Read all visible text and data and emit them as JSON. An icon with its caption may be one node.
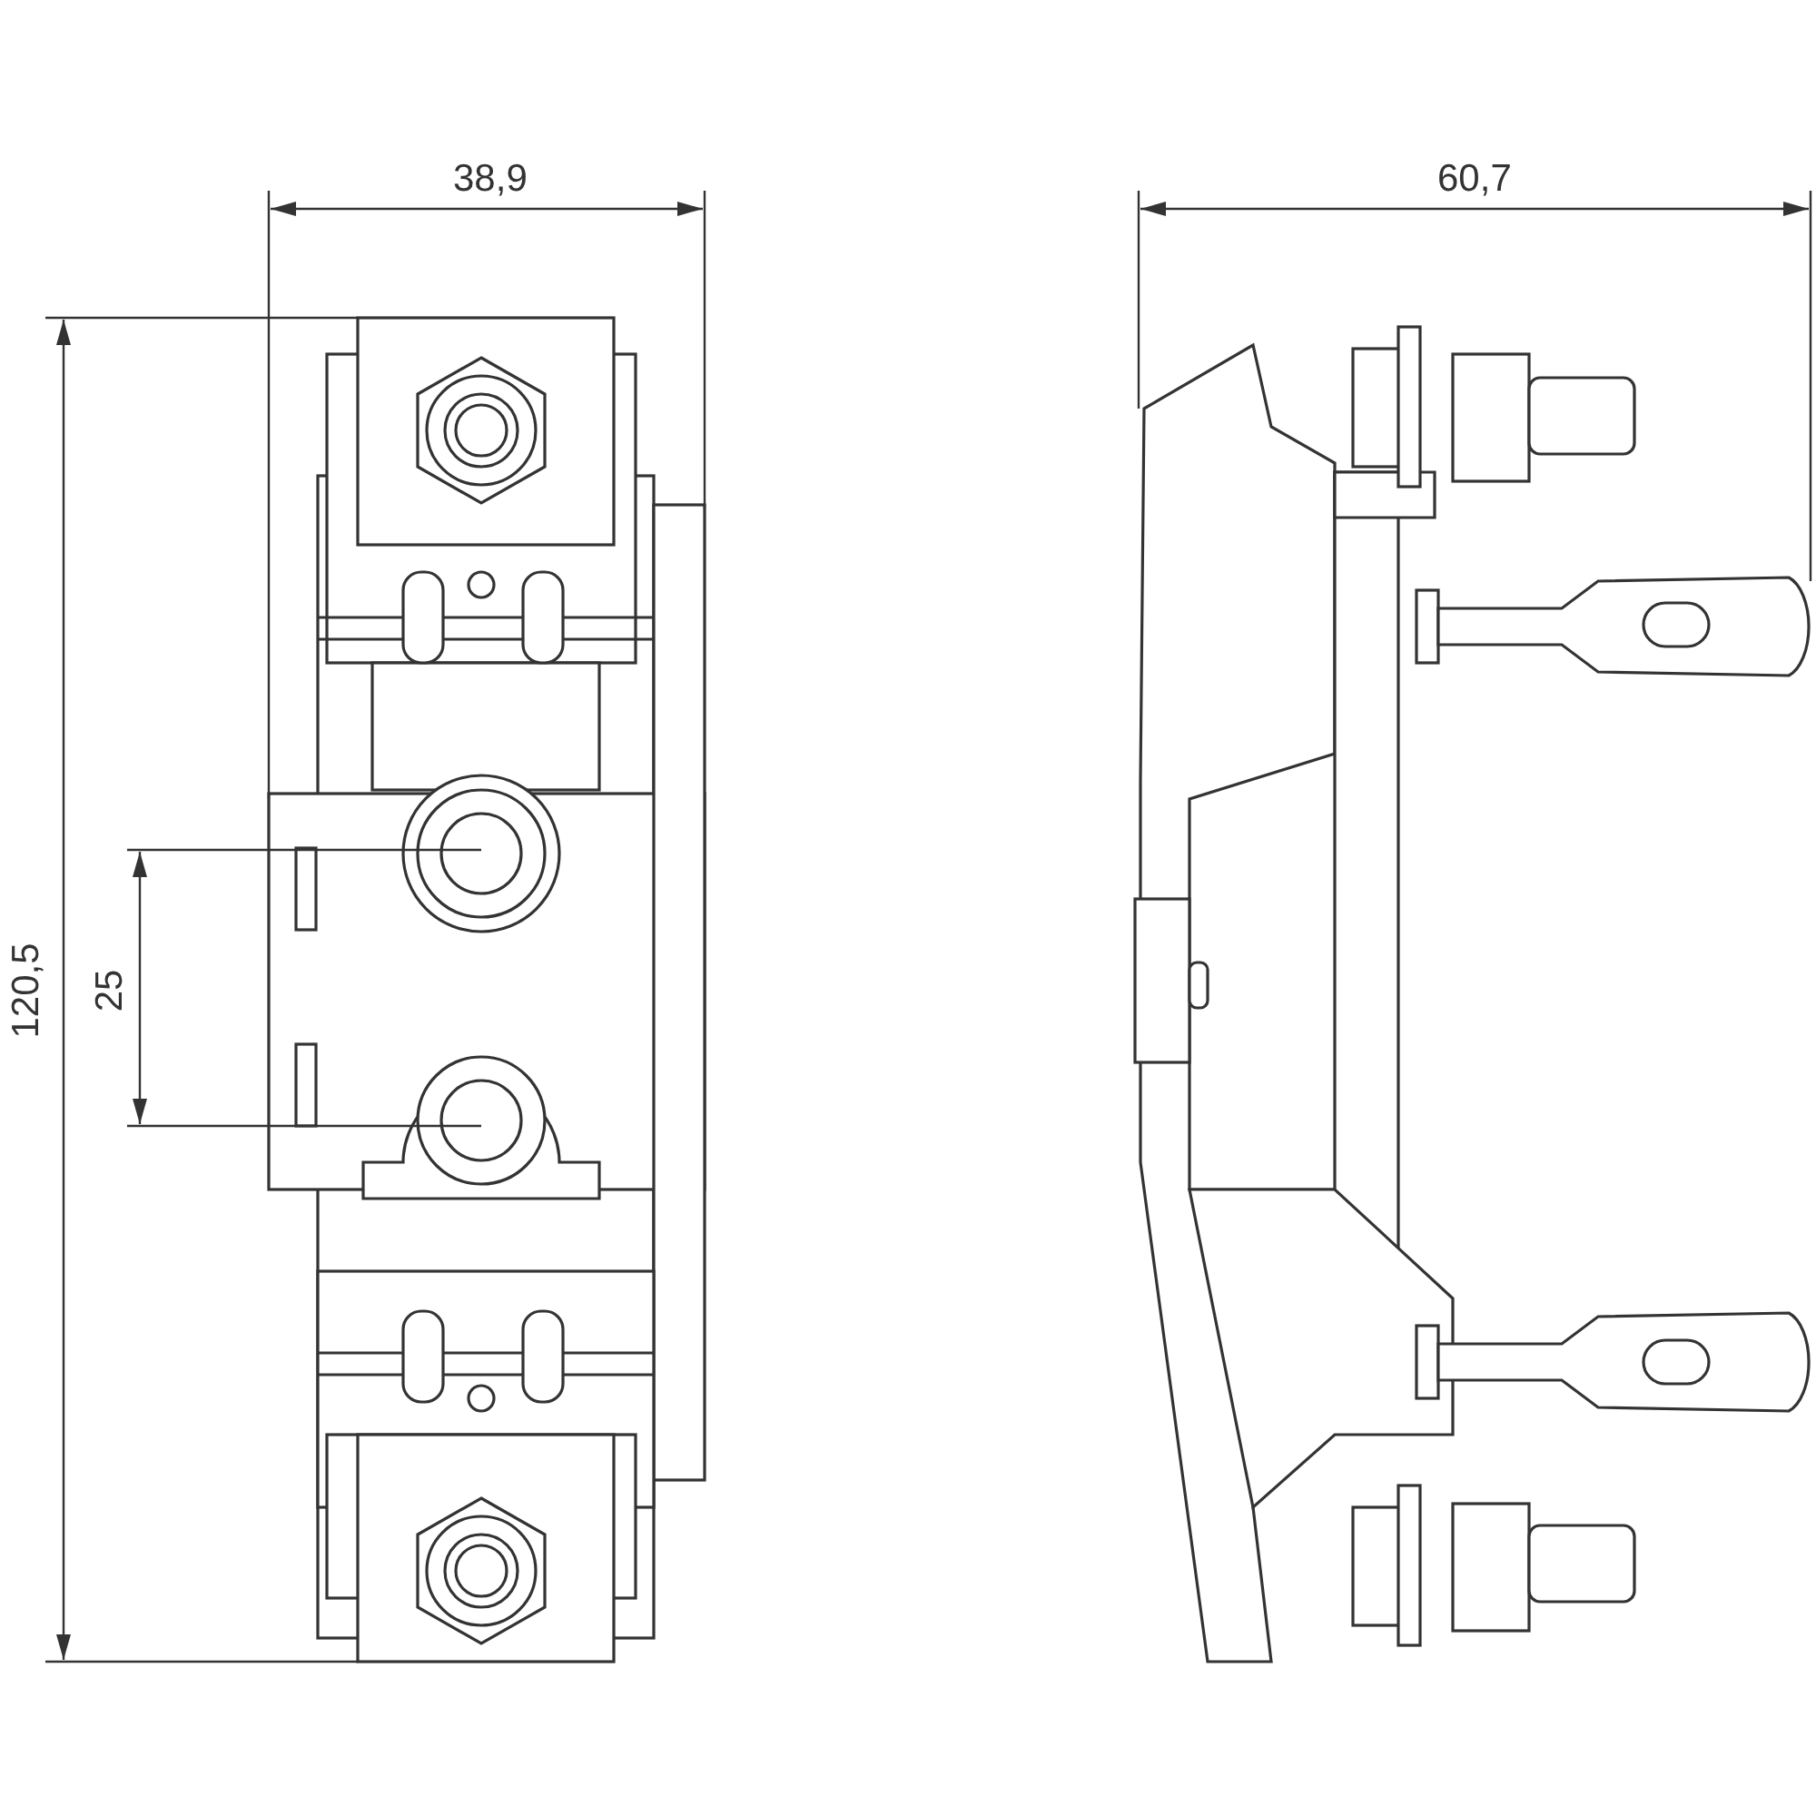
{
  "diagram": {
    "labels": [
      "38,9",
      "60,7",
      "120,5",
      "25"
    ]
  }
}
